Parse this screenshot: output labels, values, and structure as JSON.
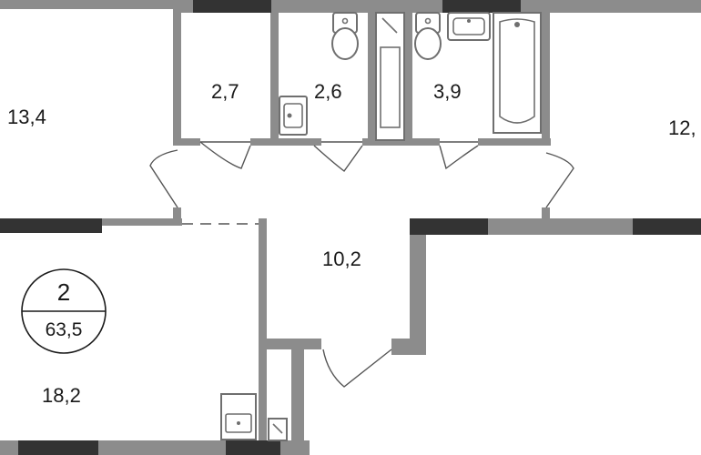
{
  "colors": {
    "wall": "#8c8c8c",
    "wall_dark": "#333333",
    "fixture_stroke": "#6f6f6f",
    "text": "#1a1a1a"
  },
  "apartment": {
    "rooms_count": "2",
    "total_area": "63,5"
  },
  "rooms": [
    {
      "id": "room-top-left",
      "area": "13,4"
    },
    {
      "id": "room-closet",
      "area": "2,7"
    },
    {
      "id": "room-wc",
      "area": "2,6"
    },
    {
      "id": "room-bathroom",
      "area": "3,9"
    },
    {
      "id": "room-right",
      "area": "12,"
    },
    {
      "id": "room-hall",
      "area": "10,2"
    },
    {
      "id": "room-bottom-left",
      "area": "18,2"
    }
  ],
  "icons": [
    "toilet-icon",
    "sink-icon",
    "bathtub-icon",
    "washbasin-icon",
    "door-swing-icon"
  ]
}
